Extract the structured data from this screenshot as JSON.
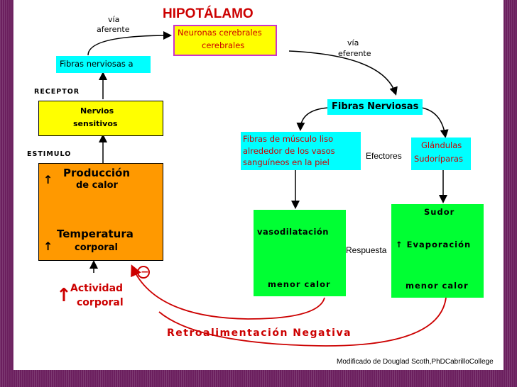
{
  "title": "HIPOTÁLAMO",
  "via_afferent": {
    "line1": "vía",
    "line2": "aferente"
  },
  "via_efferent": {
    "line1": "vía",
    "line2": "eferente"
  },
  "neuronas": {
    "line1": "Neuronas cerebrales",
    "line2": "cerebrales"
  },
  "fibras_a": "Fibras nerviosas a",
  "receptor": "RECEPTOR",
  "nervios": {
    "line1": "Nervios",
    "line2": "sensitivos"
  },
  "estimulo": "ESTIMULO",
  "produccion": {
    "line1": "Producción",
    "line2": "de calor"
  },
  "temperatura": {
    "line1": "Temperatura",
    "line2": "corporal"
  },
  "actividad": {
    "line1": "Actividad",
    "line2": "corporal"
  },
  "minus": "−",
  "fibras_nerviosas": "Fibras Nerviosas",
  "fibras_musculo": {
    "line1": "Fibras de músculo liso",
    "line2": "alrededor de los vasos",
    "line3": "sanguíneos en la piel"
  },
  "efectores": "Efectores",
  "glandulas": {
    "line1": "Glándulas",
    "line2": "Sudoríparas"
  },
  "vaso": {
    "line1": "vasodilatación",
    "line2": "menor calor"
  },
  "respuesta": "Respuesta",
  "sudor": {
    "line1": "Sudor",
    "line2": "↑ Evaporación",
    "line3": "menor calor"
  },
  "retro": "Retroalimentación Negativa",
  "credit": "Modificado de Douglad Scoth,PhDCabrilloCollege",
  "up_arrow": "↑",
  "colors": {
    "yellow": "#ffff00",
    "orange": "#ff9900",
    "green": "#00ff33",
    "cyan": "#00ffff",
    "red": "#cc0000",
    "magenta": "#cc33cc"
  }
}
